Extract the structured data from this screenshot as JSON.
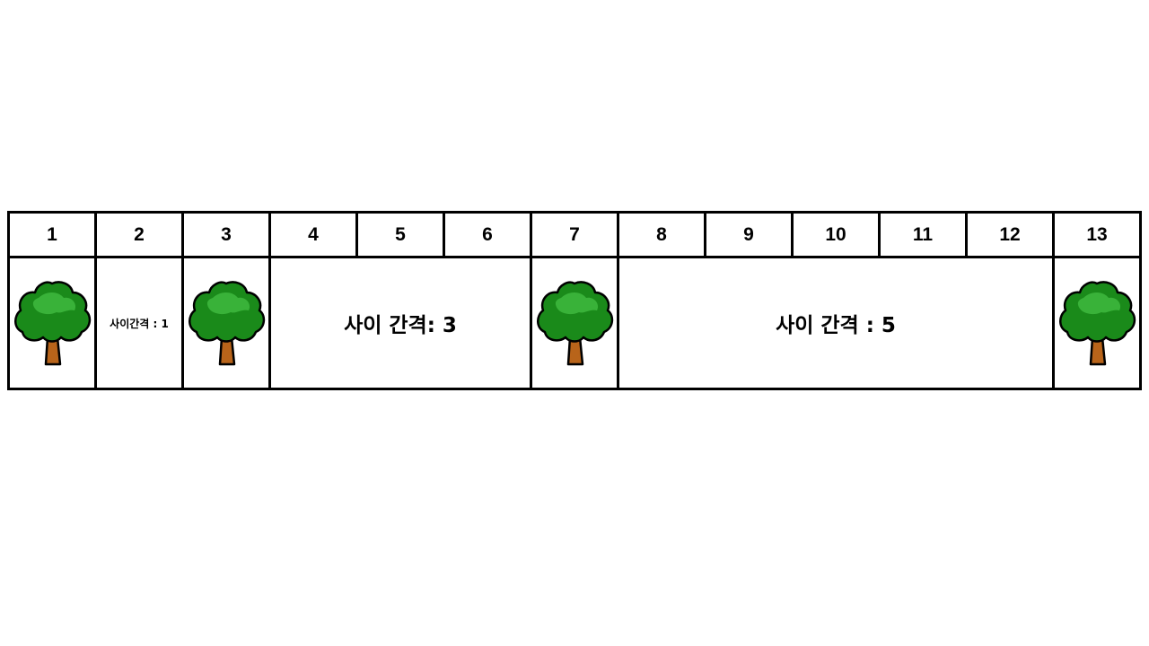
{
  "positions": [
    "1",
    "2",
    "3",
    "4",
    "5",
    "6",
    "7",
    "8",
    "9",
    "10",
    "11",
    "12",
    "13"
  ],
  "tree_positions": [
    1,
    3,
    7,
    13
  ],
  "gaps": [
    {
      "label": "사이간격 : 1",
      "count": 1
    },
    {
      "label": "사이 간격: 3",
      "count": 3
    },
    {
      "label": "사이 간격 : 5",
      "count": 5
    }
  ],
  "icons": {
    "tree": "tree-icon"
  },
  "colors": {
    "foliage_dark": "#1a8a1a",
    "foliage_light": "#3fb83f",
    "trunk": "#b8641a",
    "border": "#000000"
  }
}
